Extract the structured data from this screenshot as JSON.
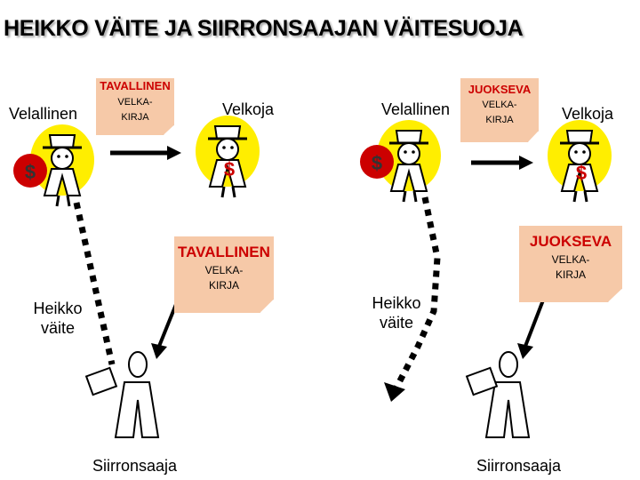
{
  "title": "HEIKKO VÄITE JA SIIRRONSAAJAN VÄITESUOJA",
  "left": {
    "debtor": "Velallinen",
    "creditor": "Velkoja",
    "weak_claim": [
      "Heikko",
      "väite"
    ],
    "transferee": "Siirronsaaja",
    "note_small": {
      "type": "TAVALLINEN",
      "sub": [
        "VELKA-",
        "KIRJA"
      ]
    },
    "note_large": {
      "type": "TAVALLINEN",
      "sub": [
        "VELKA-",
        "KIRJA"
      ]
    }
  },
  "right": {
    "debtor": "Velallinen",
    "creditor": "Velkoja",
    "weak_claim": [
      "Heikko",
      "väite"
    ],
    "transferee": "Siirronsaaja",
    "note_small": {
      "type": "JUOKSEVA",
      "sub": [
        "VELKA-",
        "KIRJA"
      ]
    },
    "note_large": {
      "type": "JUOKSEVA",
      "sub": [
        "VELKA-",
        "KIRJA"
      ]
    }
  },
  "money_symbol": "$",
  "colors": {
    "note_fill": "#f6c9a8",
    "note_text": "#cc0000",
    "figure_bg": "#ffee00",
    "money": "#cc0000"
  }
}
